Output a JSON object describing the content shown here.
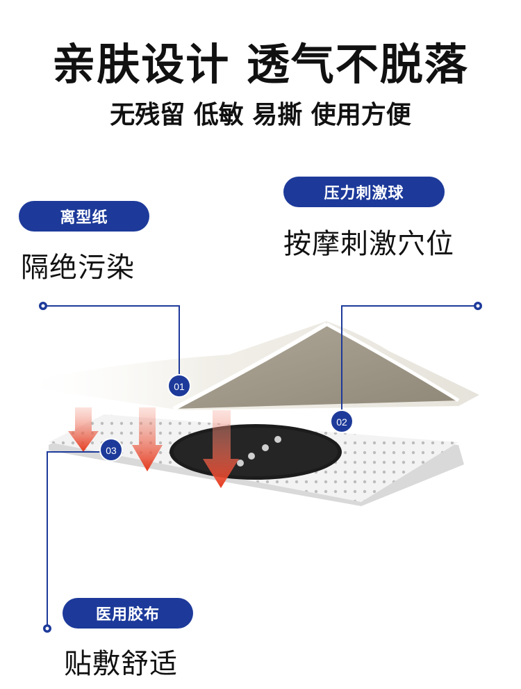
{
  "headline": "亲肤设计 透气不脱落",
  "subheadline": "无残留 低敏 易撕 使用方便",
  "labels": [
    {
      "tag": "离型纸",
      "desc": "隔绝污染",
      "badge": "01"
    },
    {
      "tag": "压力刺激球",
      "desc": "按摩刺激穴位",
      "badge": "02"
    },
    {
      "tag": "医用胶布",
      "desc": "贴敷舒适",
      "badge": "03"
    }
  ],
  "colors": {
    "accent": "#1d3a9a",
    "arrow": "#e53a1e",
    "film": "#9e9585"
  }
}
